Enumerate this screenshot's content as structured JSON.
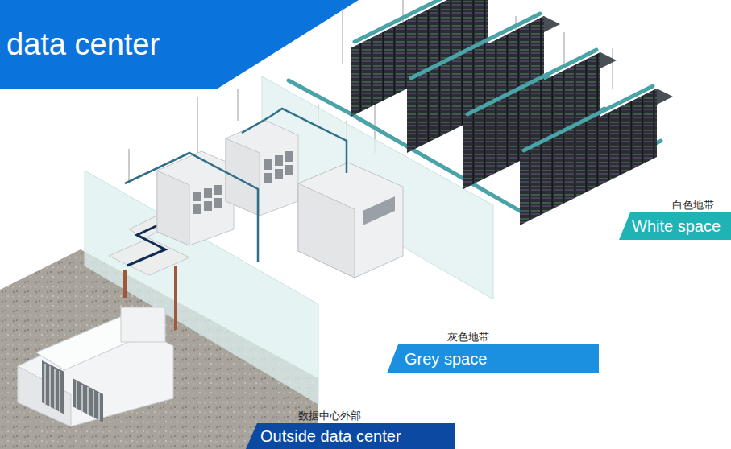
{
  "diagram": {
    "title": "data center",
    "nodes": [
      {
        "text": [
          "白色地带",
          "White space"
        ]
      },
      {
        "text": [
          "灰色地带",
          "Grey space"
        ]
      },
      {
        "text": [
          "数据中心外部",
          "Outside data center"
        ]
      }
    ],
    "edges": []
  }
}
